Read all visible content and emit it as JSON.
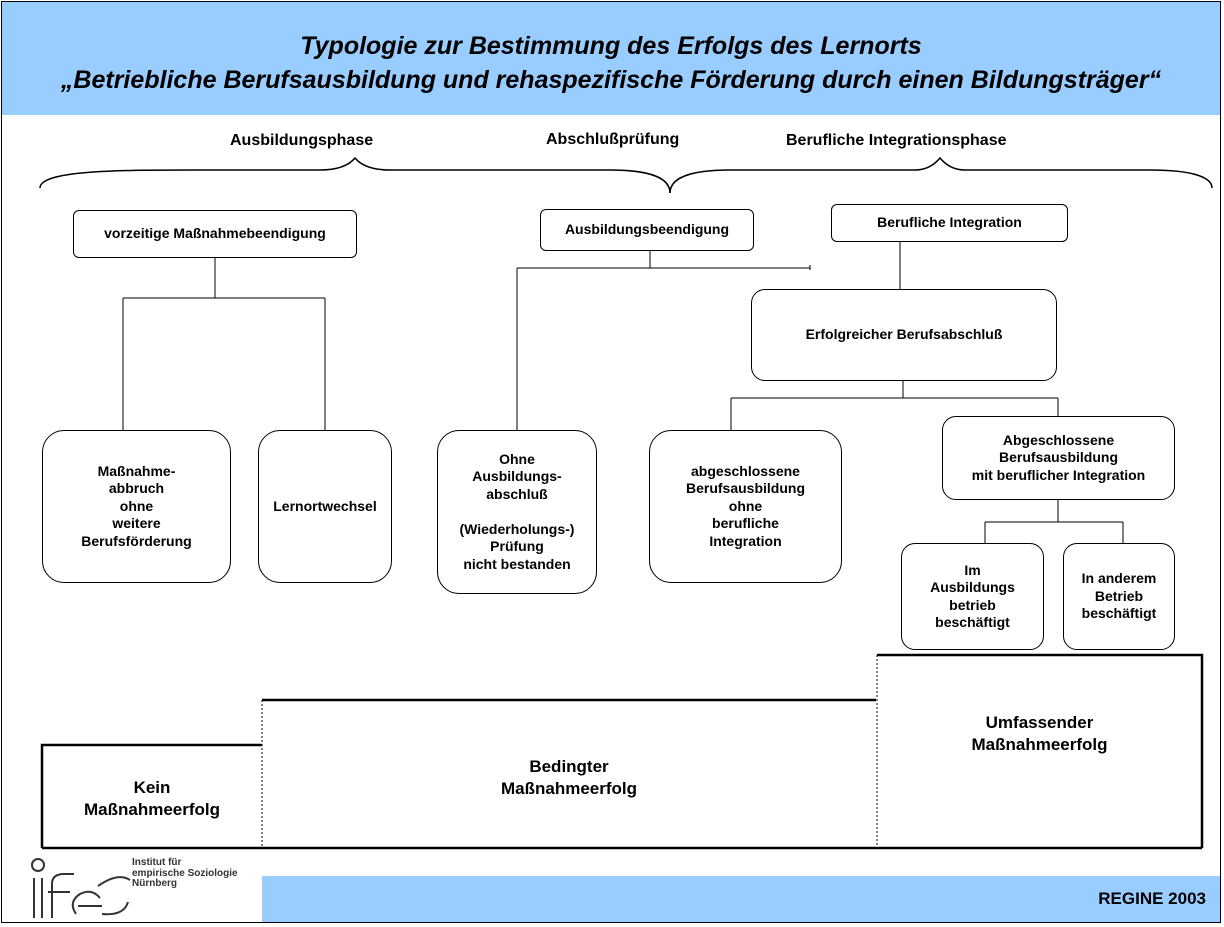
{
  "title": {
    "line1": "Typologie zur Bestimmung des Erfolgs des Lernorts",
    "line2": "„Betriebliche Berufsausbildung und rehaspezifische Förderung durch einen Bildungsträger“"
  },
  "phases": {
    "ausbildung": "Ausbildungsphase",
    "pruefung": "Abschlußprüfung",
    "integration": "Berufliche Integrationsphase"
  },
  "nodes": {
    "vorzeitig": "vorzeitige Maßnahmebeendigung",
    "ausbildungsbeendigung": "Ausbildungsbeendigung",
    "berufliche_integration": "Berufliche Integration",
    "erfolgreicher": "Erfolgreicher Berufsabschluß",
    "abbruch": "Maßnahme-\nabbruch\nohne\nweitere\nBerufsförderung",
    "lernortwechsel": "Lernortwechsel",
    "ohne_abschluss": "Ohne\nAusbildungs-\nabschluß\n\n(Wiederholungs-)\nPrüfung\nnicht bestanden",
    "abgeschlossen_ohne": "abgeschlossene\nBerufsausbildung\nohne\nberufliche\nIntegration",
    "abgeschlossen_mit": "Abgeschlossene\nBerufsausbildung\nmit beruflicher Integration",
    "im_betrieb": "Im\nAusbildungs\nbetrieb\nbeschäftigt",
    "anderer_betrieb": "In anderem\nBetrieb\nbeschäftigt"
  },
  "outcomes": {
    "kein": "Kein\nMaßnahmeerfolg",
    "bedingt": "Bedingter\nMaßnahmeerfolg",
    "umfassend": "Umfassender\nMaßnahmeerfolg"
  },
  "footer": {
    "label": "REGINE 2003",
    "logo_text": "Institut für\nempirische Soziologie\nNürnberg"
  }
}
